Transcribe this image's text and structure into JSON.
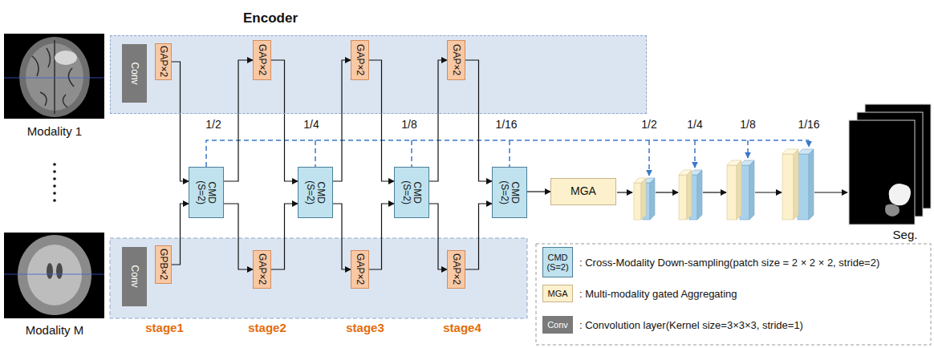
{
  "diagram": {
    "nodes": [
      {
        "text": [
          "Encoder"
        ]
      },
      {
        "text": [
          "Conv"
        ],
        "in": 0
      },
      {
        "text": [
          "GAP×2"
        ],
        "in": 0
      },
      {
        "text": [
          "GAP×2"
        ],
        "in": 0
      },
      {
        "text": [
          "GAP×2"
        ],
        "in": 0
      },
      {
        "text": [
          "GAP×2"
        ],
        "in": 0
      },
      {
        "text": [
          "CMD (S=2)"
        ]
      },
      {
        "text": [
          "CMD (S=2)"
        ]
      },
      {
        "text": [
          "CMD (S=2)"
        ]
      },
      {
        "text": [
          "CMD (S=2)"
        ]
      },
      {
        "text": [
          "MGA"
        ]
      },
      {
        "text": [
          "Conv"
        ]
      },
      {
        "text": [
          "GPB×2"
        ]
      },
      {
        "text": [
          "GAP×2"
        ]
      },
      {
        "text": [
          "GAP×2"
        ]
      },
      {
        "text": [
          "GAP×2"
        ]
      }
    ],
    "edges": [
      {
        "from": 2,
        "to": 6,
        "arrow": "to"
      },
      {
        "from": 12,
        "to": 6,
        "arrow": "to"
      },
      {
        "from": 6,
        "to": 3,
        "arrow": "to"
      },
      {
        "from": 6,
        "to": 13,
        "arrow": "to"
      },
      {
        "from": 3,
        "to": 7,
        "arrow": "to"
      },
      {
        "from": 13,
        "to": 7,
        "arrow": "to"
      },
      {
        "from": 7,
        "to": 4,
        "arrow": "to"
      },
      {
        "from": 7,
        "to": 14,
        "arrow": "to"
      },
      {
        "from": 4,
        "to": 8,
        "arrow": "to"
      },
      {
        "from": 14,
        "to": 8,
        "arrow": "to"
      },
      {
        "from": 8,
        "to": 5,
        "arrow": "to"
      },
      {
        "from": 8,
        "to": 15,
        "arrow": "to"
      },
      {
        "from": 5,
        "to": 9,
        "arrow": "to"
      },
      {
        "from": 15,
        "to": 9,
        "arrow": "to"
      },
      {
        "from": 9,
        "to": 10,
        "arrow": "to"
      }
    ],
    "labels": [
      "Modality 1",
      "Modality M",
      "stage1",
      "stage2",
      "stage3",
      "stage4",
      "1/2",
      "1/4",
      "1/8",
      "1/16",
      "1/2",
      "1/4",
      "1/8",
      "1/16",
      "Seg.",
      "CMD (S=2)",
      "MGA",
      "Conv"
    ],
    "legend": [
      {
        "text": ": Cross-Modality Down-sampling(patch size = 2 × 2 × 2, stride=2)",
        "color": "#bfe2ee"
      },
      {
        "text": ": Multi-modality gated Aggregating",
        "color": "#fdf1cd"
      },
      {
        "text": ": Convolution layer(Kernel size=3×3×3, stride=1)",
        "color": "#7a7a7a"
      }
    ]
  }
}
